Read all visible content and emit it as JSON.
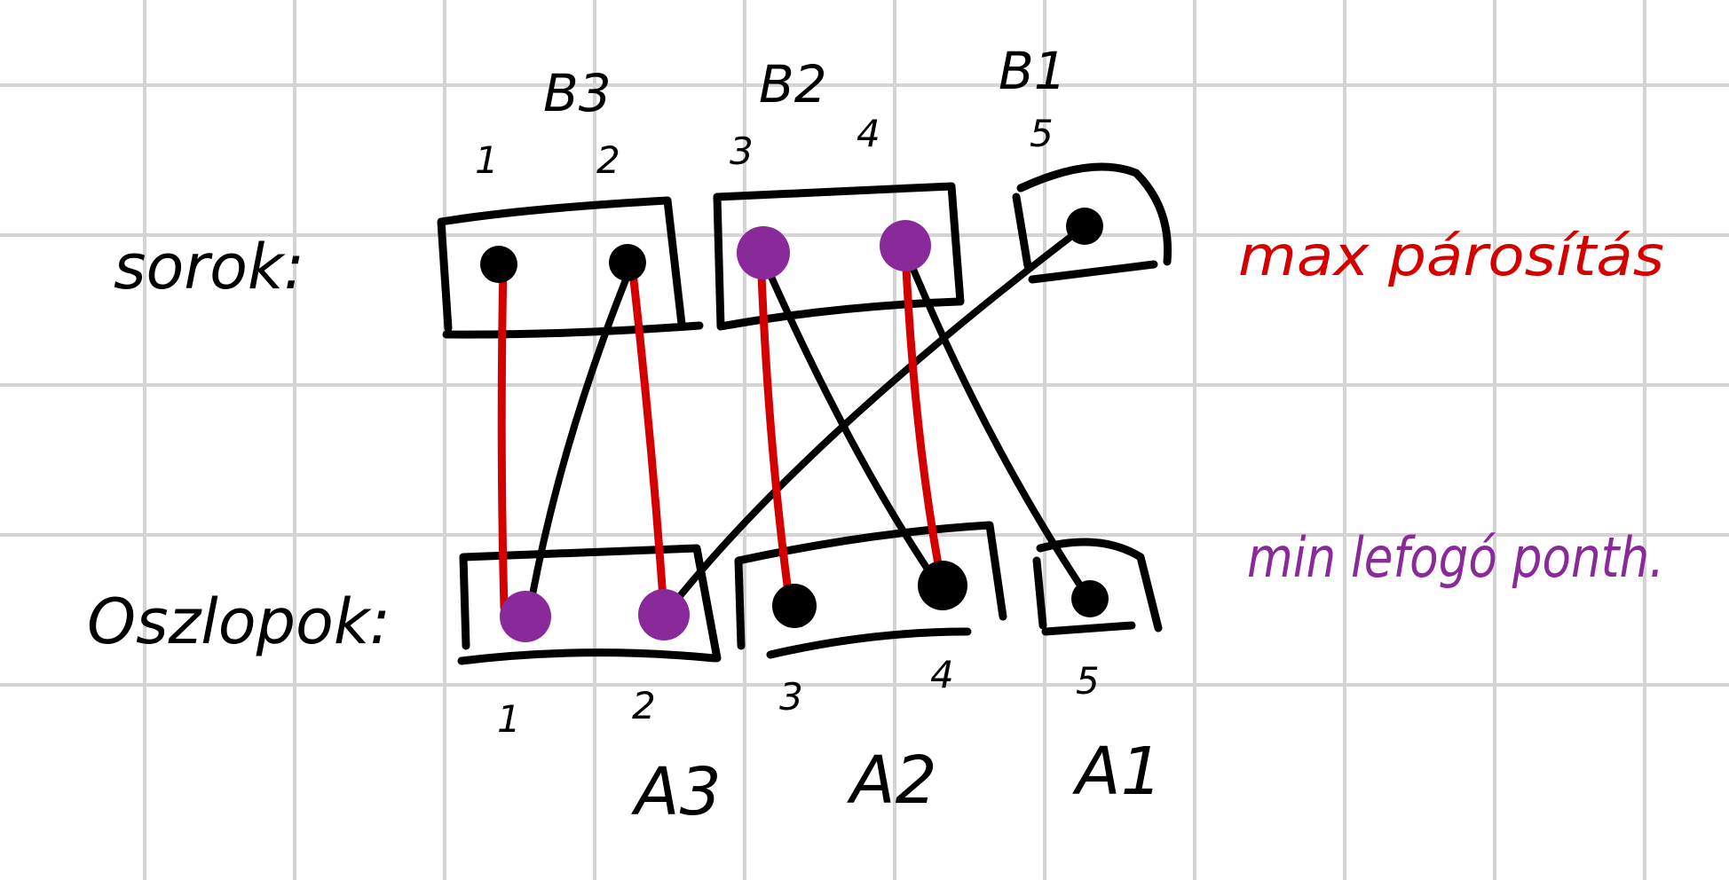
{
  "row_side": {
    "label": "sorok:",
    "group_labels": [
      "B3",
      "B2",
      "B1"
    ],
    "vertex_labels": [
      "1",
      "2",
      "3",
      "4",
      "5"
    ]
  },
  "column_side": {
    "label": "Oszlopok:",
    "group_labels": [
      "A3",
      "A2",
      "A1"
    ],
    "vertex_labels": [
      "1",
      "2",
      "3",
      "4",
      "5"
    ]
  },
  "annotations": {
    "max_matching": "max párosítás",
    "min_cover": "min lefogó ponth."
  },
  "colors": {
    "ink": "#000000",
    "matching_edge": "#d40000",
    "cover_vertex": "#8a2a9a",
    "grid": "#d4d4d4"
  }
}
